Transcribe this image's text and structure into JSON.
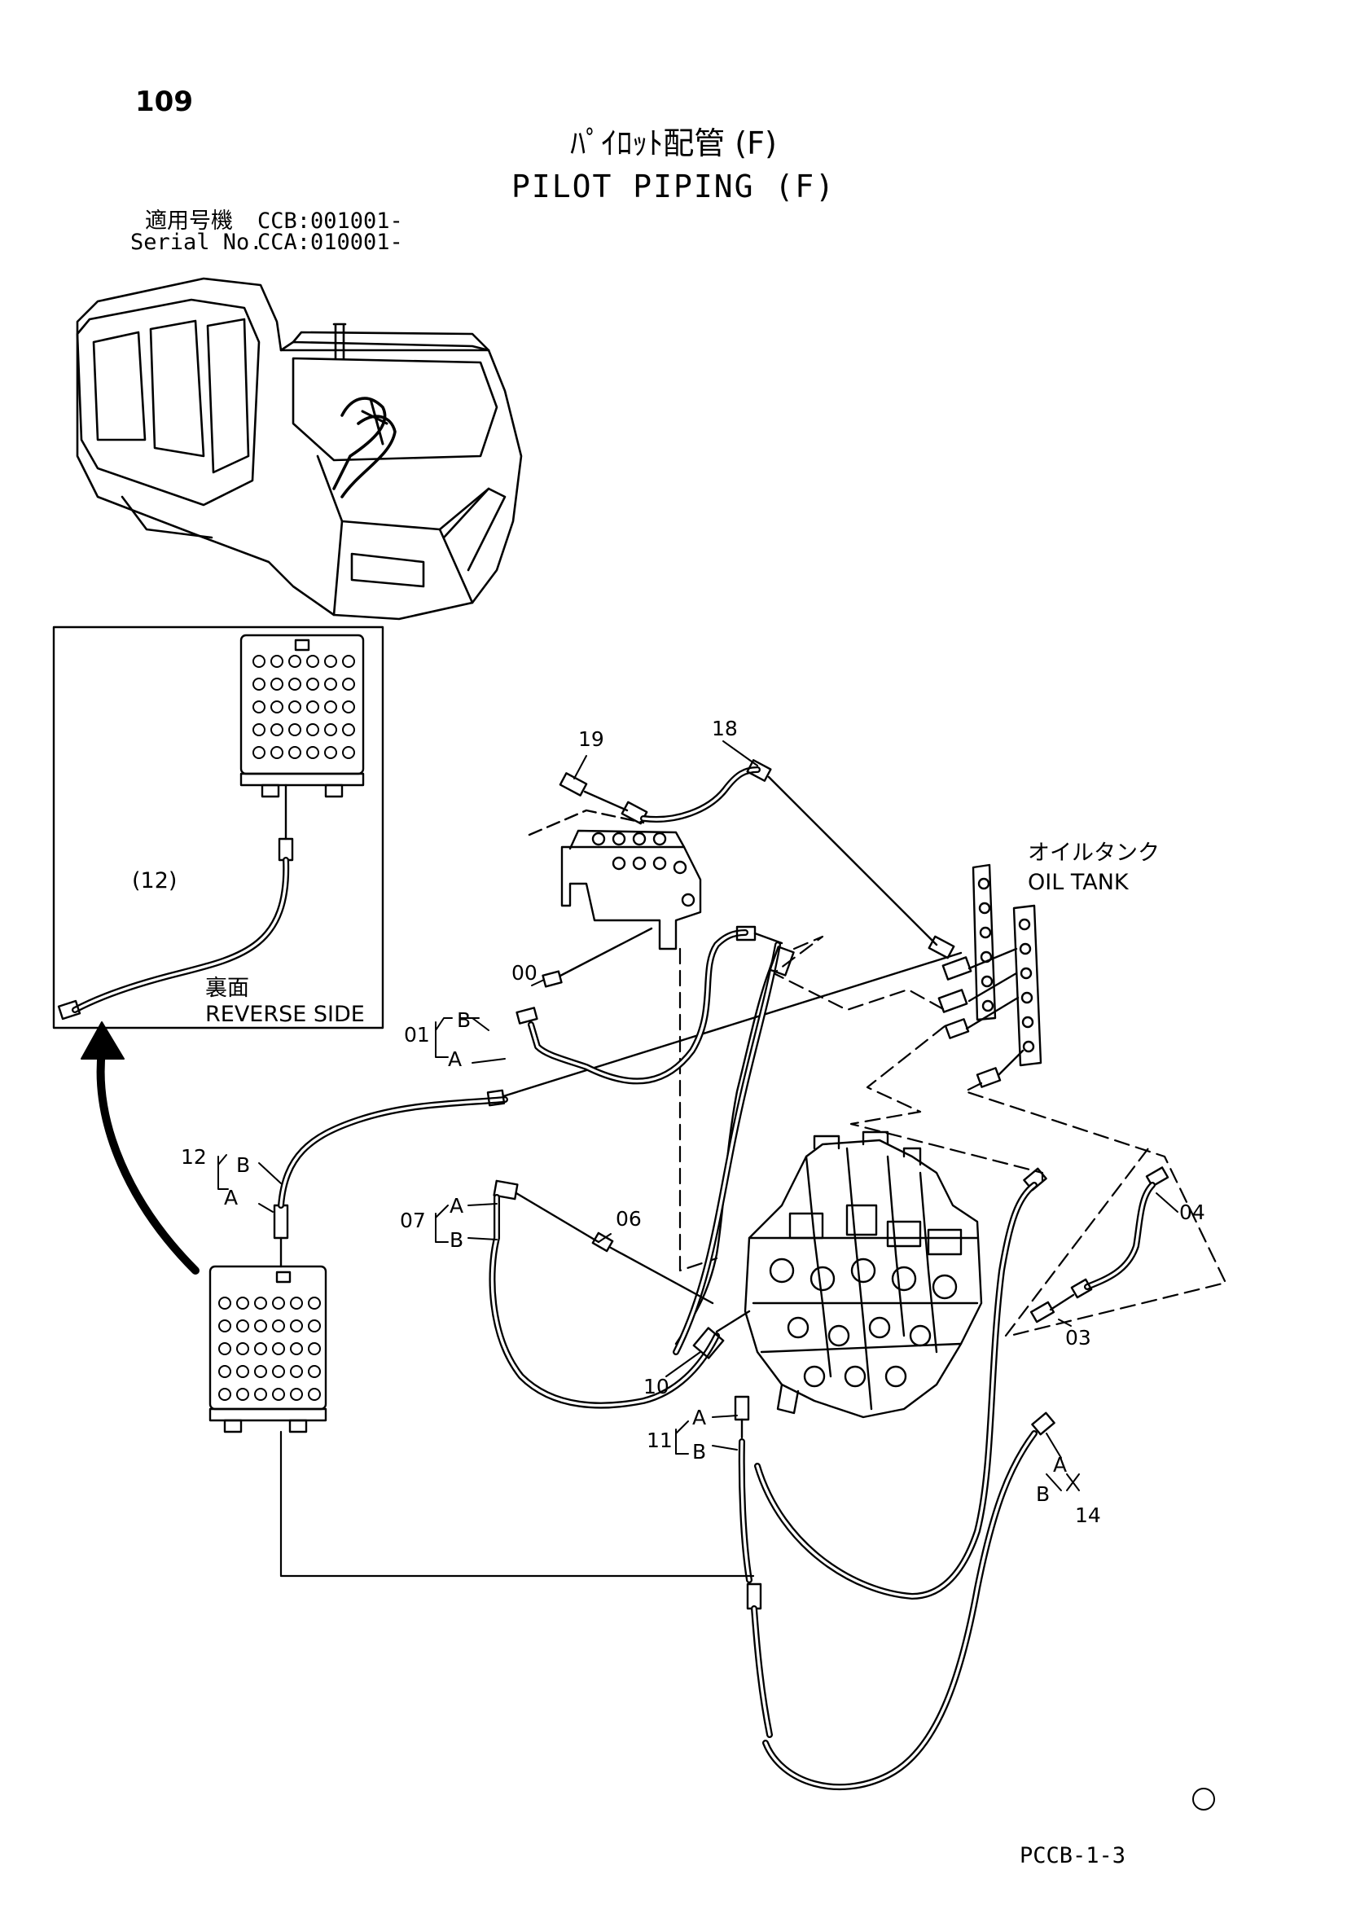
{
  "header": {
    "page_number": "109",
    "title_jp": "ﾊﾟｲﾛｯﾄ配管 (F)",
    "title_en": "PILOT PIPING (F)",
    "applicable_label_jp": "適用号機",
    "applicable_value": "CCB:001001-",
    "serial_label": "Serial No.",
    "serial_value": "CCA:010001-"
  },
  "inset": {
    "part_ref": "(12)",
    "side_jp": "裏面",
    "side_en": "REVERSE SIDE"
  },
  "oil_tank": {
    "jp": "オイルタンク",
    "en": "OIL TANK"
  },
  "callouts": {
    "c19": "19",
    "c18": "18",
    "c00": "00",
    "c01": "01",
    "c12": "12",
    "c07": "07",
    "c06": "06",
    "c04": "04",
    "c03": "03",
    "c10": "10",
    "c11": "11",
    "c14": "14",
    "sub_a": "A",
    "sub_b": "B"
  },
  "footer": {
    "watermark": "Ⓦ",
    "page_code": "PCCB-1-3"
  }
}
